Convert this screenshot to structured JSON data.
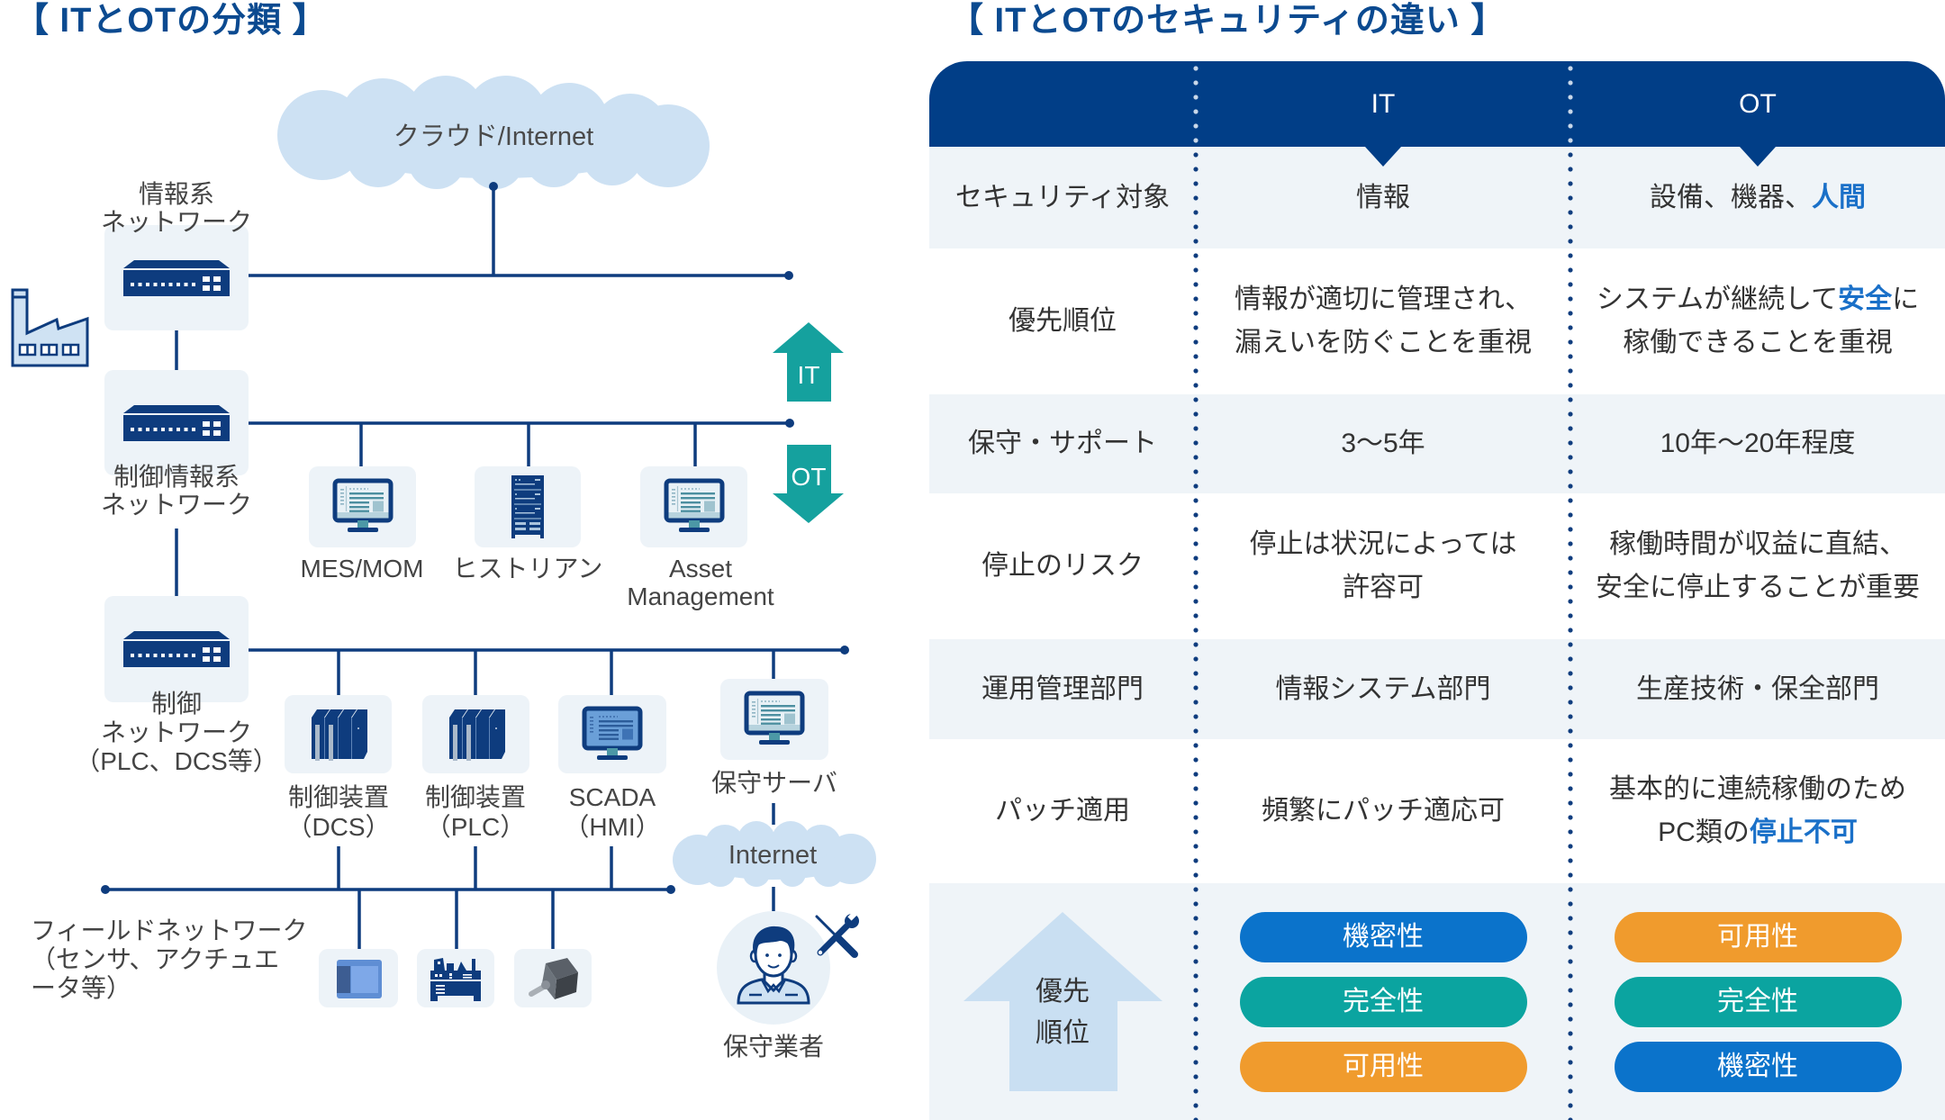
{
  "classification": {
    "title": "【 ITとOTの分類 】",
    "cloud_label": "クラウド/Internet",
    "site_icon": "factory-icon",
    "networks": {
      "information": {
        "icon": "network-switch-icon",
        "label_lines": [
          "情報系",
          "ネットワーク"
        ]
      },
      "control_information": {
        "icon": "network-switch-icon",
        "label_lines": [
          "制御情報系",
          "ネットワーク"
        ]
      },
      "control": {
        "icon": "network-switch-icon",
        "label_lines": [
          "制御",
          "ネットワーク",
          "（PLC、DCS等）"
        ]
      }
    },
    "layer_arrows": {
      "up_label": "IT",
      "down_label": "OT"
    },
    "control_information_devices": [
      {
        "icon": "monitor-icon",
        "label_lines": [
          "MES/MOM"
        ]
      },
      {
        "icon": "server-rack-icon",
        "label_lines": [
          "ヒストリアン"
        ]
      },
      {
        "icon": "monitor-icon",
        "label_lines": [
          "Asset",
          "Management"
        ]
      }
    ],
    "control_devices": [
      {
        "icon": "controller-icon",
        "label_lines": [
          "制御装置",
          "（DCS）"
        ]
      },
      {
        "icon": "controller-icon",
        "label_lines": [
          "制御装置",
          "（PLC）"
        ]
      },
      {
        "icon": "monitor-icon",
        "label_lines": [
          "SCADA",
          "（HMI）"
        ]
      }
    ],
    "maintenance_server": {
      "icon": "monitor-icon",
      "label": "保守サーバ"
    },
    "remote_internet_label": "Internet",
    "maintenance_vendor": {
      "icon": "worker-icon",
      "tool_icon": "wrench-screwdriver-icon",
      "label": "保守業者"
    },
    "field_network": {
      "label_lines": [
        "フィールドネットワーク",
        "（センサ、アクチュエ",
        "ータ等）"
      ],
      "devices": [
        {
          "icon": "io-module-icon"
        },
        {
          "icon": "machine-tool-icon"
        },
        {
          "icon": "servo-motor-icon"
        }
      ]
    }
  },
  "comparison": {
    "title": "【 ITとOTのセキュリティの違い 】",
    "columns": {
      "label": "",
      "it": "IT",
      "ot": "OT"
    },
    "rows": [
      {
        "label": "セキュリティ対象",
        "it": [
          [
            {
              "text": "情報"
            }
          ]
        ],
        "ot": [
          [
            {
              "text": "設備、機器、"
            },
            {
              "text": "人間",
              "emphasis": true
            }
          ]
        ]
      },
      {
        "label": "優先順位",
        "it": [
          [
            {
              "text": "情報が適切に管理され、"
            }
          ],
          [
            {
              "text": "漏えいを防ぐことを重視"
            }
          ]
        ],
        "ot": [
          [
            {
              "text": "システムが継続して"
            },
            {
              "text": "安全",
              "emphasis": true
            },
            {
              "text": "に"
            }
          ],
          [
            {
              "text": "稼働できることを重視"
            }
          ]
        ]
      },
      {
        "label": "保守・サポート",
        "it": [
          [
            {
              "text": "3〜5年"
            }
          ]
        ],
        "ot": [
          [
            {
              "text": "10年〜20年程度"
            }
          ]
        ]
      },
      {
        "label": "停止のリスク",
        "it": [
          [
            {
              "text": "停止は状況によっては"
            }
          ],
          [
            {
              "text": "許容可"
            }
          ]
        ],
        "ot": [
          [
            {
              "text": "稼働時間が収益に直結、"
            }
          ],
          [
            {
              "text": "安全に停止することが重要"
            }
          ]
        ]
      },
      {
        "label": "運用管理部門",
        "it": [
          [
            {
              "text": "情報システム部門"
            }
          ]
        ],
        "ot": [
          [
            {
              "text": "生産技術・保全部門"
            }
          ]
        ]
      },
      {
        "label": "パッチ適用",
        "it": [
          [
            {
              "text": "頻繁にパッチ適応可"
            }
          ]
        ],
        "ot": [
          [
            {
              "text": "基本的に連続稼働のため"
            }
          ],
          [
            {
              "text": "PC類の"
            },
            {
              "text": "停止不可",
              "emphasis": true
            }
          ]
        ]
      }
    ],
    "priority": {
      "label_lines": [
        "優先",
        "順位"
      ],
      "direction": "top = highest priority",
      "it": [
        {
          "label": "機密性",
          "color": "#0b73cb"
        },
        {
          "label": "完全性",
          "color": "#0ba4a0"
        },
        {
          "label": "可用性",
          "color": "#f09b2d"
        }
      ],
      "ot": [
        {
          "label": "可用性",
          "color": "#f09b2d"
        },
        {
          "label": "完全性",
          "color": "#0ba4a0"
        },
        {
          "label": "機密性",
          "color": "#0b73cb"
        }
      ]
    }
  },
  "colors": {
    "brand_navy": "#013e87",
    "line_navy": "#0e3c7e",
    "it_ot_arrow": "#15a19e",
    "emphasis_text": "#1a70c8",
    "cloud": "#cde1f3",
    "row_alt_background": "#eff4f8"
  }
}
